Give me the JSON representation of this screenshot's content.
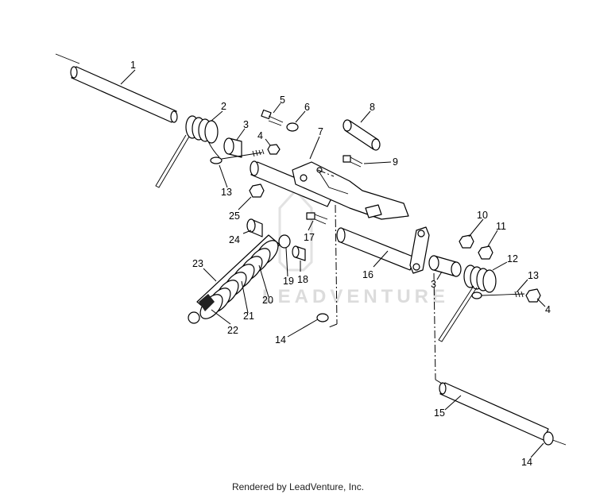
{
  "diagram": {
    "watermark": "LEADVENTURE",
    "callouts": {
      "c1": "1",
      "c2": "2",
      "c3a": "3",
      "c4a": "4",
      "c5": "5",
      "c6": "6",
      "c7": "7",
      "c8": "8",
      "c9": "9",
      "c10": "10",
      "c11": "11",
      "c12": "12",
      "c13a": "13",
      "c13b": "13",
      "c4b": "4",
      "c3b": "3",
      "c14a": "14",
      "c14b": "14",
      "c15": "15",
      "c16": "16",
      "c17": "17",
      "c18": "18",
      "c19": "19",
      "c20": "20",
      "c21": "21",
      "c22": "22",
      "c23": "23",
      "c24": "24",
      "c25": "25"
    }
  },
  "footer": {
    "text": "Rendered by LeadVenture, Inc."
  }
}
